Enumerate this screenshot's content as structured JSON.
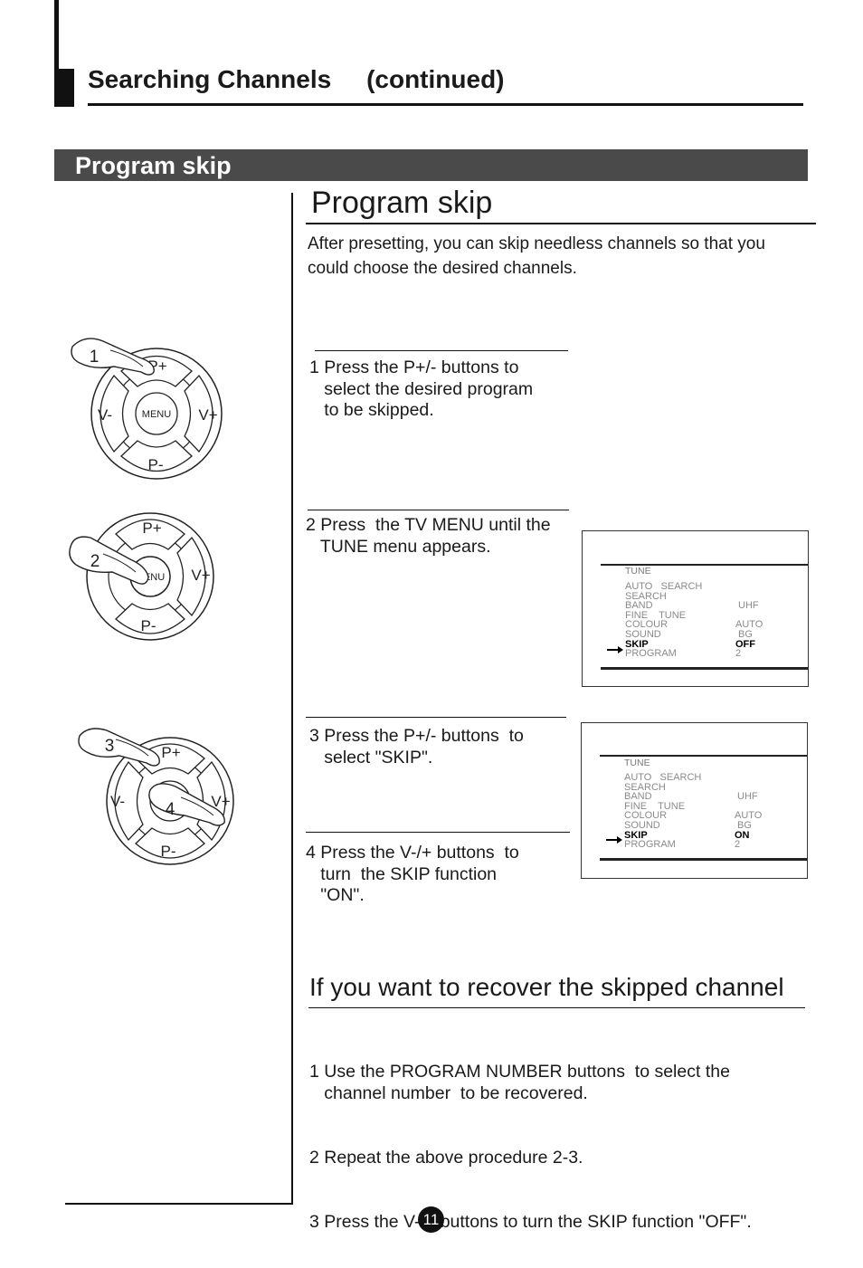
{
  "header": {
    "title": "Searching Channels     (continued)"
  },
  "section": {
    "label": "Program skip"
  },
  "main": {
    "title": "Program skip",
    "intro": "After presetting, you can skip needless channels so that you could choose the desired channels."
  },
  "steps": [
    "1 Press the P+/- buttons to\n   select the desired program\n   to be skipped.",
    "2 Press  the TV MENU until the\n   TUNE menu appears.",
    "3 Press the P+/- buttons  to\n   select \"SKIP\".",
    "4 Press the V-/+ buttons  to\n   turn  the SKIP function\n   \"ON\"."
  ],
  "remotes": {
    "labels": {
      "p_plus": "P+",
      "p_minus": "P-",
      "v_minus": "V-",
      "v_plus": "V+",
      "menu": "MENU"
    },
    "callouts": [
      "1",
      "2",
      "3",
      "4"
    ]
  },
  "screens": [
    {
      "title": "TUNE",
      "rows": [
        {
          "label": "AUTO   SEARCH",
          "value": ""
        },
        {
          "label": "SEARCH",
          "value": ""
        },
        {
          "label": "BAND",
          "value": "UHF"
        },
        {
          "label": "FINE    TUNE",
          "value": ""
        },
        {
          "label": "COLOUR",
          "value": "AUTO"
        },
        {
          "label": "SOUND",
          "value": " BG"
        },
        {
          "label": "SKIP",
          "value": "OFF",
          "selected": true
        },
        {
          "label": "PROGRAM",
          "value": "2"
        }
      ]
    },
    {
      "title": "TUNE",
      "rows": [
        {
          "label": "AUTO   SEARCH",
          "value": ""
        },
        {
          "label": "SEARCH",
          "value": ""
        },
        {
          "label": "BAND",
          "value": "UHF"
        },
        {
          "label": "FINE    TUNE",
          "value": ""
        },
        {
          "label": "COLOUR",
          "value": "AUTO"
        },
        {
          "label": "SOUND",
          "value": " BG"
        },
        {
          "label": "SKIP",
          "value": "ON",
          "selected": true
        },
        {
          "label": "PROGRAM",
          "value": "2"
        }
      ]
    }
  ],
  "recover": {
    "title": "If you want to recover the skipped channel",
    "items": [
      "1 Use the PROGRAM NUMBER buttons  to select the\n   channel number  to be recovered.",
      "2 Repeat the above procedure 2-3.",
      "3 Press the V-/+ buttons to turn the SKIP function \"OFF\"."
    ]
  },
  "page_number": "11"
}
